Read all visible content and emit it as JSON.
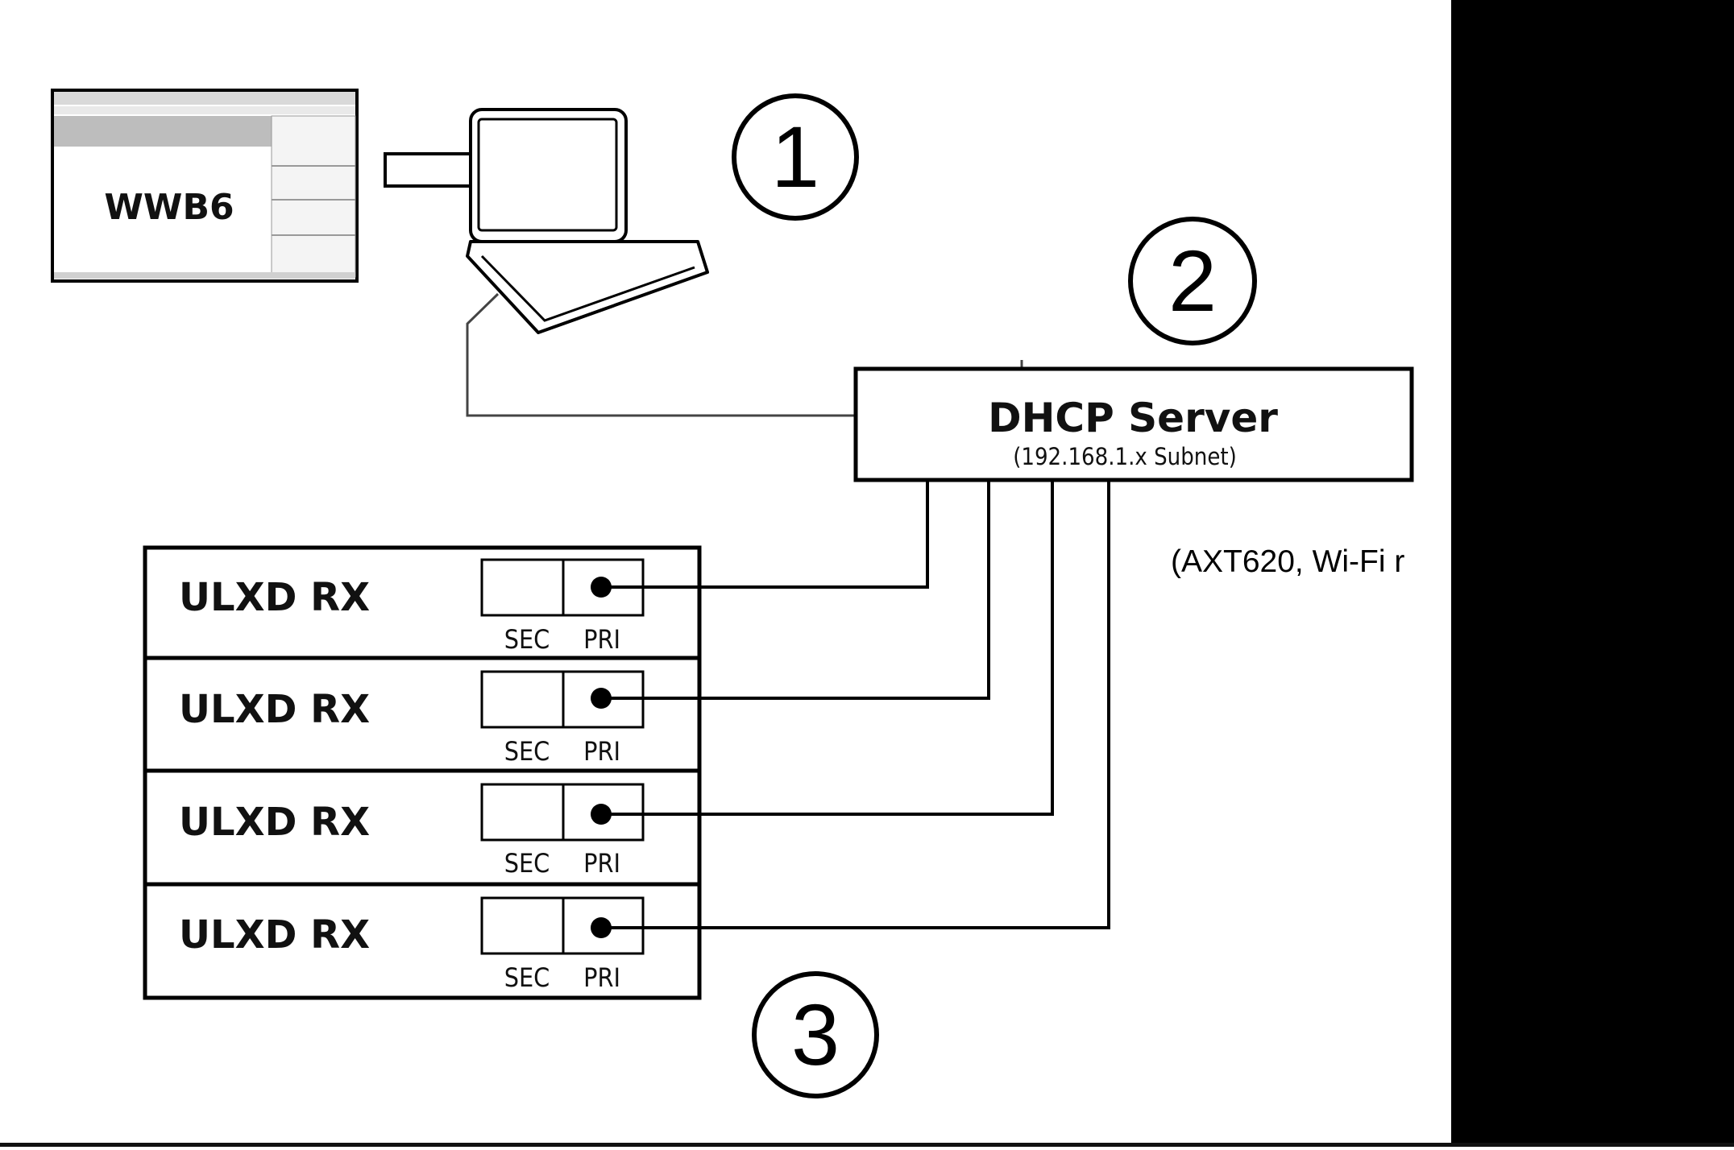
{
  "app": {
    "screenshot_label": "WWB6"
  },
  "markers": {
    "m1": "1",
    "m2": "2",
    "m3": "3"
  },
  "dhcp": {
    "title": "DHCP Server",
    "subtitle": "(192.168.1.x Subnet)"
  },
  "side_note": "(AXT620, Wi-Fi r",
  "receivers": [
    {
      "label": "ULXD RX",
      "sec": "SEC",
      "pri": "PRI"
    },
    {
      "label": "ULXD RX",
      "sec": "SEC",
      "pri": "PRI"
    },
    {
      "label": "ULXD RX",
      "sec": "SEC",
      "pri": "PRI"
    },
    {
      "label": "ULXD RX",
      "sec": "SEC",
      "pri": "PRI"
    }
  ],
  "colors": {
    "line": "#000000",
    "background": "#ffffff",
    "screenshot_toolbar": "#bdbdbd"
  }
}
